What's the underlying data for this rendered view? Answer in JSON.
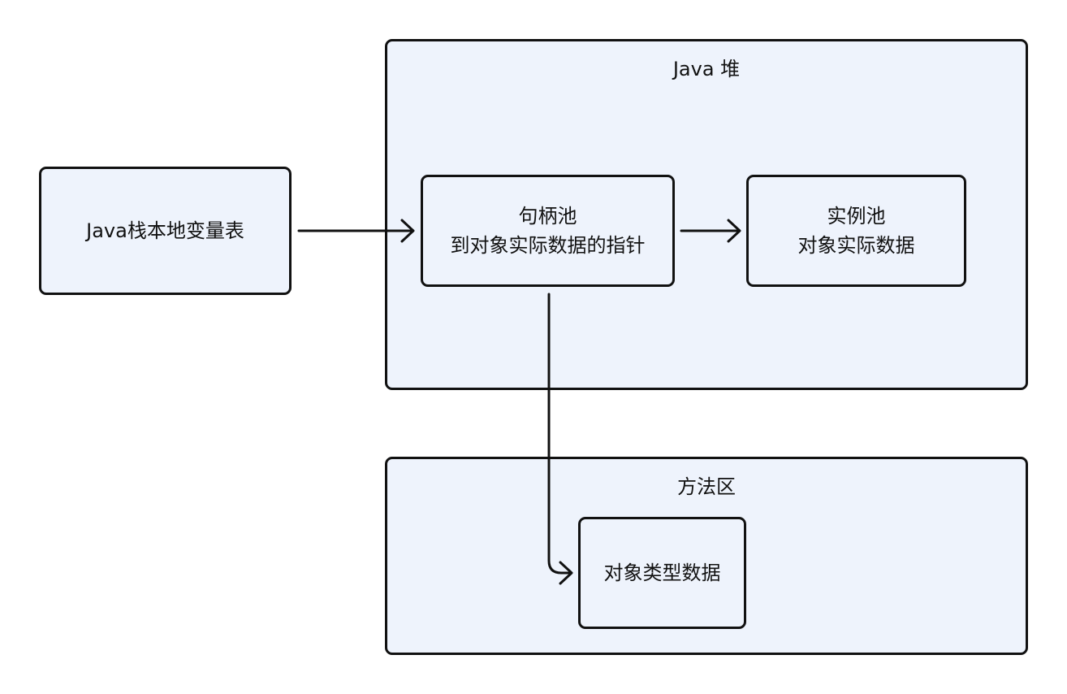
{
  "diagram": {
    "stack_table": {
      "label": "Java栈本地变量表"
    },
    "heap": {
      "title": "Java 堆",
      "handle_pool": {
        "line1": "句柄池",
        "line2": "到对象实际数据的指针"
      },
      "instance_pool": {
        "line1": "实例池",
        "line2": "对象实际数据"
      }
    },
    "method_area": {
      "title": "方法区",
      "type_data": {
        "label": "对象类型数据"
      }
    },
    "colors": {
      "box_fill": "#eef3fc",
      "stroke": "#111111",
      "background": "#ffffff"
    }
  }
}
